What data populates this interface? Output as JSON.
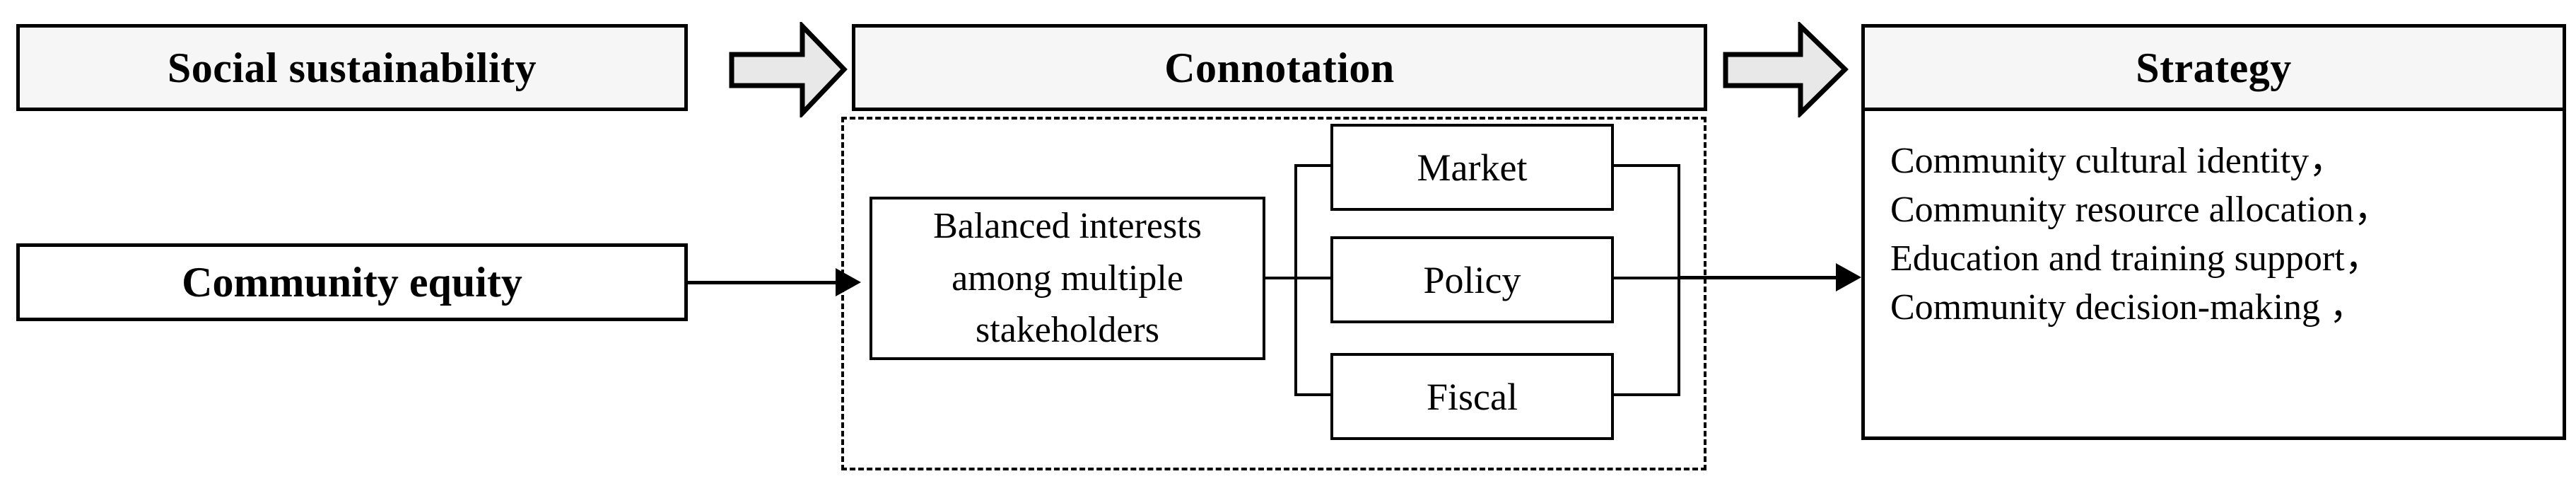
{
  "diagram": {
    "title_left_top": "Social sustainability",
    "title_left_bottom": "Community equity",
    "title_middle": "Connotation",
    "title_right": "Strategy",
    "connotation": {
      "core_box": "Balanced interests\namong multiple\nstakeholders",
      "core_box_lines": [
        "Balanced interests",
        "among multiple",
        "stakeholders"
      ],
      "mechanisms": [
        {
          "label": "Market"
        },
        {
          "label": "Policy"
        },
        {
          "label": "Fiscal"
        }
      ]
    },
    "strategy": {
      "items": [
        "Community cultural identity，",
        "Community resource allocation，",
        "Education and training support，",
        "Community decision-making ，"
      ]
    },
    "flow_arrows": [
      {
        "name": "block-arrow-sustainability-to-connotation"
      },
      {
        "name": "block-arrow-connotation-to-strategy"
      },
      {
        "name": "line-arrow-equity-to-connotation"
      },
      {
        "name": "line-arrow-mechanisms-to-strategy"
      }
    ],
    "colors": {
      "header_fill": "#f6f6f6",
      "block_arrow_fill": "#e8e8e8",
      "stroke": "#000000",
      "box_fill": "#ffffff",
      "page_background": "#ffffff"
    }
  }
}
